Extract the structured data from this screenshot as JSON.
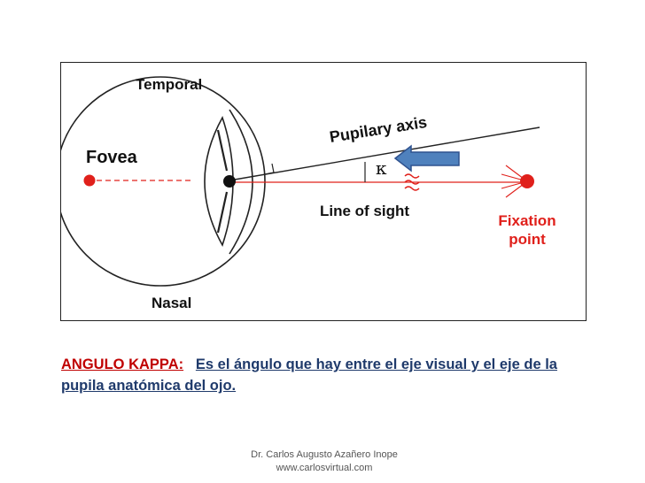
{
  "diagram": {
    "labels": {
      "temporal": "Temporal",
      "nasal": "Nasal",
      "fovea": "Fovea",
      "pupilary_axis": "Pupilary axis",
      "kappa": "κ",
      "line_of_sight": "Line of sight",
      "fixation_line1": "Fixation",
      "fixation_line2": "point"
    },
    "colors": {
      "red": "#e0201b",
      "arrow_fill": "#4f81bd",
      "arrow_stroke": "#2f528f",
      "line": "#222222"
    }
  },
  "caption": {
    "heading": "ANGULO KAPPA:",
    "text": "Es el ángulo que hay entre el eje visual y el eje de la pupila anatómica del ojo."
  },
  "footer": {
    "author": "Dr. Carlos Augusto Azañero Inope",
    "website": "www.carlosvirtual.com"
  }
}
